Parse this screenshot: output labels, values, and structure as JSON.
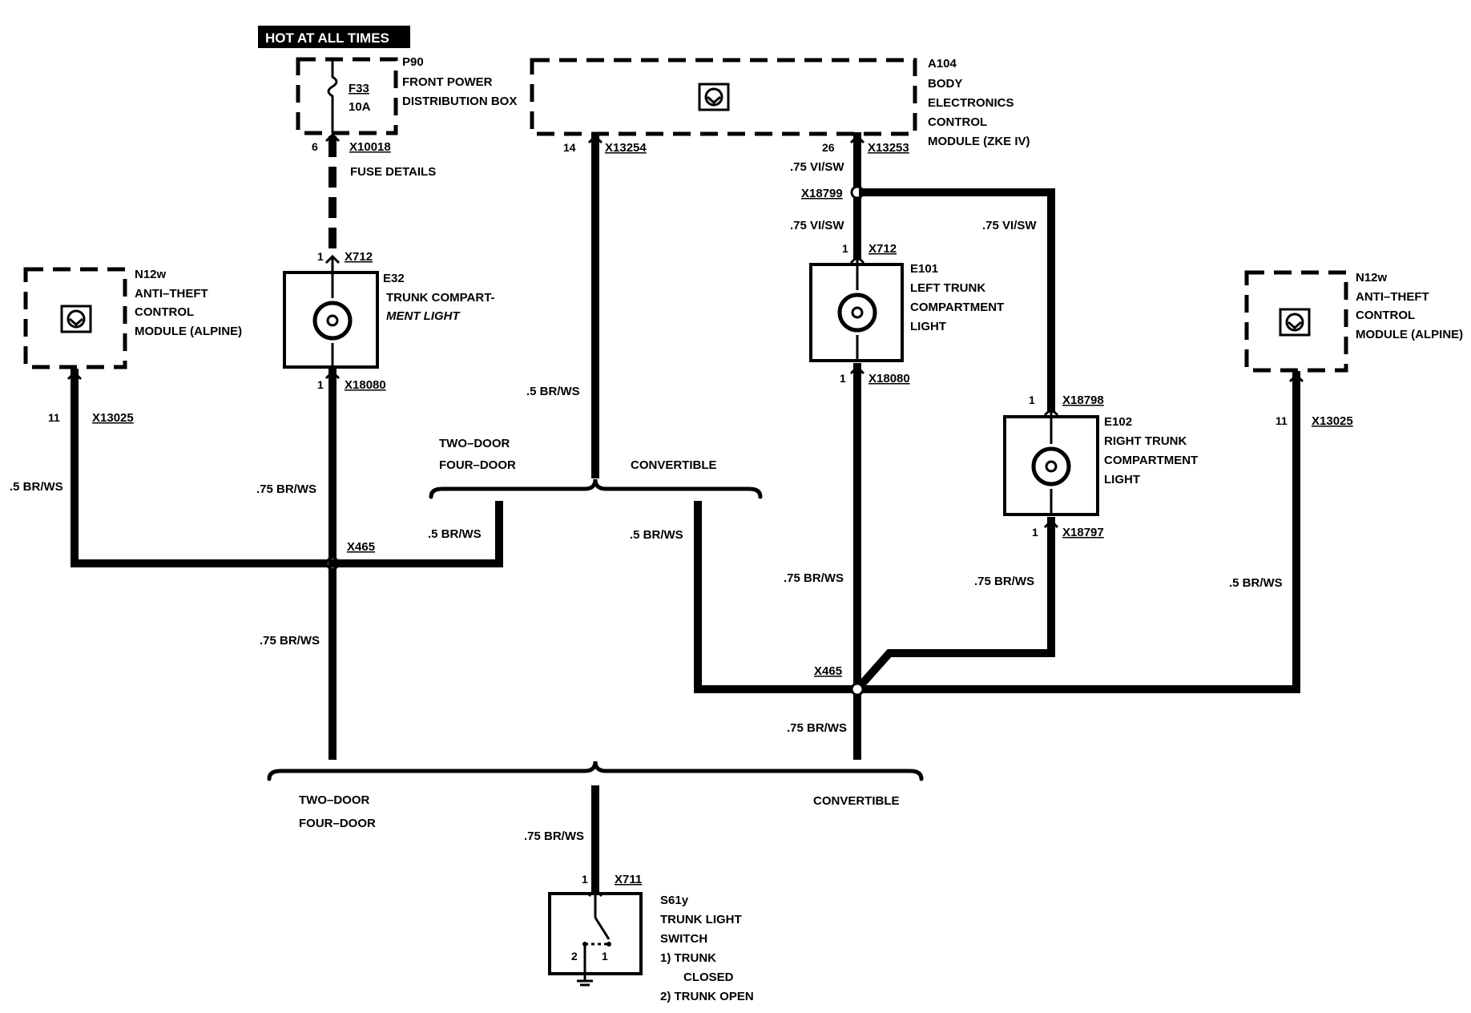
{
  "hot_label": "HOT AT ALL TIMES",
  "p90": {
    "id": "P90",
    "name_line1": "FRONT POWER",
    "name_line2": "DISTRIBUTION BOX",
    "fuse_id": "F33",
    "fuse_rating": "10A",
    "pin": "6",
    "connector": "X10018",
    "note": "FUSE DETAILS"
  },
  "a104": {
    "id": "A104",
    "name_line1": "BODY",
    "name_line2": "ELECTRONICS",
    "name_line3": "CONTROL",
    "name_line4": "MODULE (ZKE IV)",
    "pin_left": "14",
    "conn_left": "X13254",
    "pin_right": "26",
    "conn_right": "X13253"
  },
  "e32": {
    "id": "E32",
    "name_line1": "TRUNK COMPART-",
    "name_line2": "MENT LIGHT",
    "pin_top": "1",
    "conn_top": "X712",
    "pin_bottom": "1",
    "conn_bottom": "X18080"
  },
  "e101": {
    "id": "E101",
    "name_line1": "LEFT TRUNK",
    "name_line2": "COMPARTMENT",
    "name_line3": "LIGHT",
    "pin_top": "1",
    "conn_top": "X712",
    "pin_bottom": "1",
    "conn_bottom": "X18080"
  },
  "e102": {
    "id": "E102",
    "name_line1": "RIGHT TRUNK",
    "name_line2": "COMPARTMENT",
    "name_line3": "LIGHT",
    "pin_top": "1",
    "conn_top": "X18798",
    "pin_bottom": "1",
    "conn_bottom": "X18797"
  },
  "n12w_left": {
    "id": "N12w",
    "name_line1": "ANTI–THEFT",
    "name_line2": "CONTROL",
    "name_line3": "MODULE (ALPINE)",
    "pin": "11",
    "connector": "X13025"
  },
  "n12w_right": {
    "id": "N12w",
    "name_line1": "ANTI–THEFT",
    "name_line2": "CONTROL",
    "name_line3": "MODULE (ALPINE)",
    "pin": "11",
    "connector": "X13025"
  },
  "s61y": {
    "id": "S61y",
    "name_line1": "TRUNK LIGHT",
    "name_line2": "SWITCH",
    "state1": "1)  TRUNK",
    "state1b": "CLOSED",
    "state2": "2)  TRUNK OPEN",
    "pin_top": "1",
    "connector": "X711",
    "contact1": "1",
    "contact2": "2"
  },
  "splices": {
    "x18799": "X18799",
    "x465_left": "X465",
    "x465_right": "X465"
  },
  "wires": {
    "vi_sw_1": ".75 VI/SW",
    "vi_sw_2": ".75 VI/SW",
    "vi_sw_3": ".75 VI/SW",
    "br_ws_a104": ".5 BR/WS",
    "br_ws_left_n12": ".5 BR/WS",
    "br_ws_e32_1": ".75 BR/WS",
    "br_ws_e32_2": ".75 BR/WS",
    "br_ws_twodoor": ".5 BR/WS",
    "br_ws_conv": ".5 BR/WS",
    "br_ws_e101": ".75 BR/WS",
    "br_ws_e102": ".75 BR/WS",
    "br_ws_right_n12": ".5 BR/WS",
    "br_ws_conv_down": ".75 BR/WS",
    "br_ws_switch": ".75 BR/WS"
  },
  "variants": {
    "upper_two_door": "TWO–DOOR",
    "upper_four_door": "FOUR–DOOR",
    "upper_convertible": "CONVERTIBLE",
    "lower_two_door": "TWO–DOOR",
    "lower_four_door": "FOUR–DOOR",
    "lower_convertible": "CONVERTIBLE"
  },
  "icons": {
    "module": "module-chip-icon",
    "bulb": "lamp-icon",
    "fuse": "fuse-icon",
    "ground": "ground-icon"
  }
}
